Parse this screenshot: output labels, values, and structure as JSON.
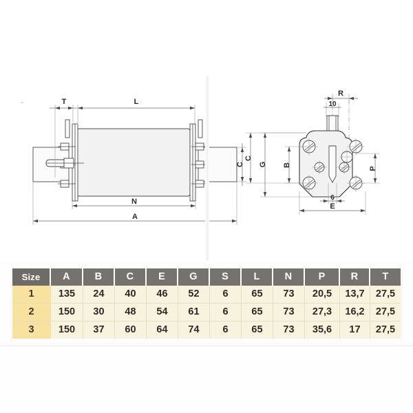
{
  "figure": {
    "title": "NH fuse-link dimensional drawing",
    "left_view": {
      "name": "side-elevation",
      "dimension_labels": [
        "T",
        "L",
        "C",
        "N",
        "A"
      ]
    },
    "right_view": {
      "name": "end-elevation",
      "dimension_labels": [
        "R",
        "10",
        "C",
        "G",
        "B",
        "P",
        "6",
        "E"
      ]
    }
  },
  "table": {
    "name": "dimension-table",
    "columns": [
      "Size",
      "A",
      "B",
      "C",
      "E",
      "G",
      "S",
      "L",
      "N",
      "P",
      "R",
      "T"
    ],
    "rows": [
      [
        "1",
        "135",
        "24",
        "40",
        "46",
        "52",
        "6",
        "65",
        "73",
        "20,5",
        "13,7",
        "27,5"
      ],
      [
        "2",
        "150",
        "30",
        "48",
        "54",
        "61",
        "6",
        "65",
        "73",
        "27,3",
        "16,2",
        "27,5"
      ],
      [
        "3",
        "150",
        "37",
        "60",
        "64",
        "74",
        "6",
        "65",
        "73",
        "35,6",
        "17",
        "27,5"
      ]
    ],
    "colors": {
      "header_bg": "#76736e",
      "header_text": "#ffffff",
      "cell_bg": "#f8f3de",
      "size_cell_bg": "#f8e2a0",
      "cell_text": "#2d2a26"
    }
  }
}
